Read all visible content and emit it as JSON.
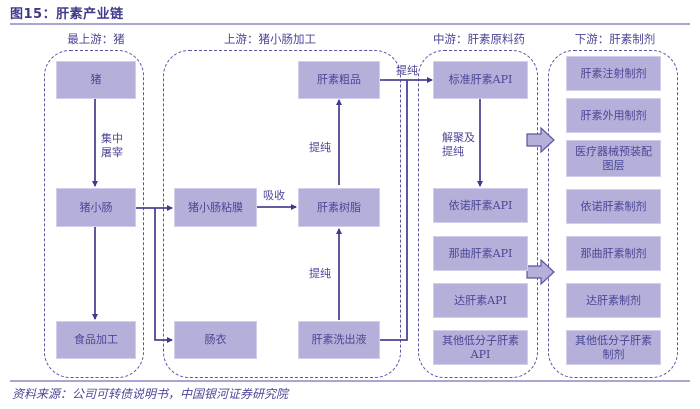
{
  "figure": {
    "title": "图15：肝素产业链",
    "source": "资料来源：公司可转债说明书，中国银河证券研究院"
  },
  "stages": {
    "top_upstream": "最上游：猪",
    "upstream": "上游：猪小肠加工",
    "midstream": "中游：肝素原料药",
    "downstream": "下游：肝素制剂"
  },
  "nodes": {
    "pig": "猪",
    "pig_intestine": "猪小肠",
    "food_processing": "食品加工",
    "intestinal_mucosa": "猪小肠粘膜",
    "casing": "肠衣",
    "crude_heparin": "肝素粗品",
    "heparin_resin": "肝素树脂",
    "heparin_eluate": "肝素洗出液",
    "standard_heparin_api": "标准肝素API",
    "enoxaparin_api": "依诺肝素API",
    "nadroparin_api": "那曲肝素API",
    "dalteparin_api": "达肝素API",
    "other_lmwh_api": "其他低分子肝素API",
    "heparin_injection": "肝素注射制剂",
    "heparin_topical": "肝素外用制剂",
    "medical_device_coating": "医疗器械预装配图层",
    "enoxaparin_prep": "依诺肝素制剂",
    "nadroparin_prep": "那曲肝素制剂",
    "dalteparin_prep": "达肝素制剂",
    "other_lmwh_prep": "其他低分子肝素制剂"
  },
  "edge_labels": {
    "slaughter": "集中屠宰",
    "absorb": "吸收",
    "purify_resin_to_crude": "提纯",
    "purify_eluate_to_resin": "提纯",
    "purify_to_api": "提纯",
    "depolymerize": "解聚及提纯"
  },
  "colors": {
    "node_fill": "#b4b0da",
    "line": "#4b4695",
    "text": "#4b4695"
  }
}
